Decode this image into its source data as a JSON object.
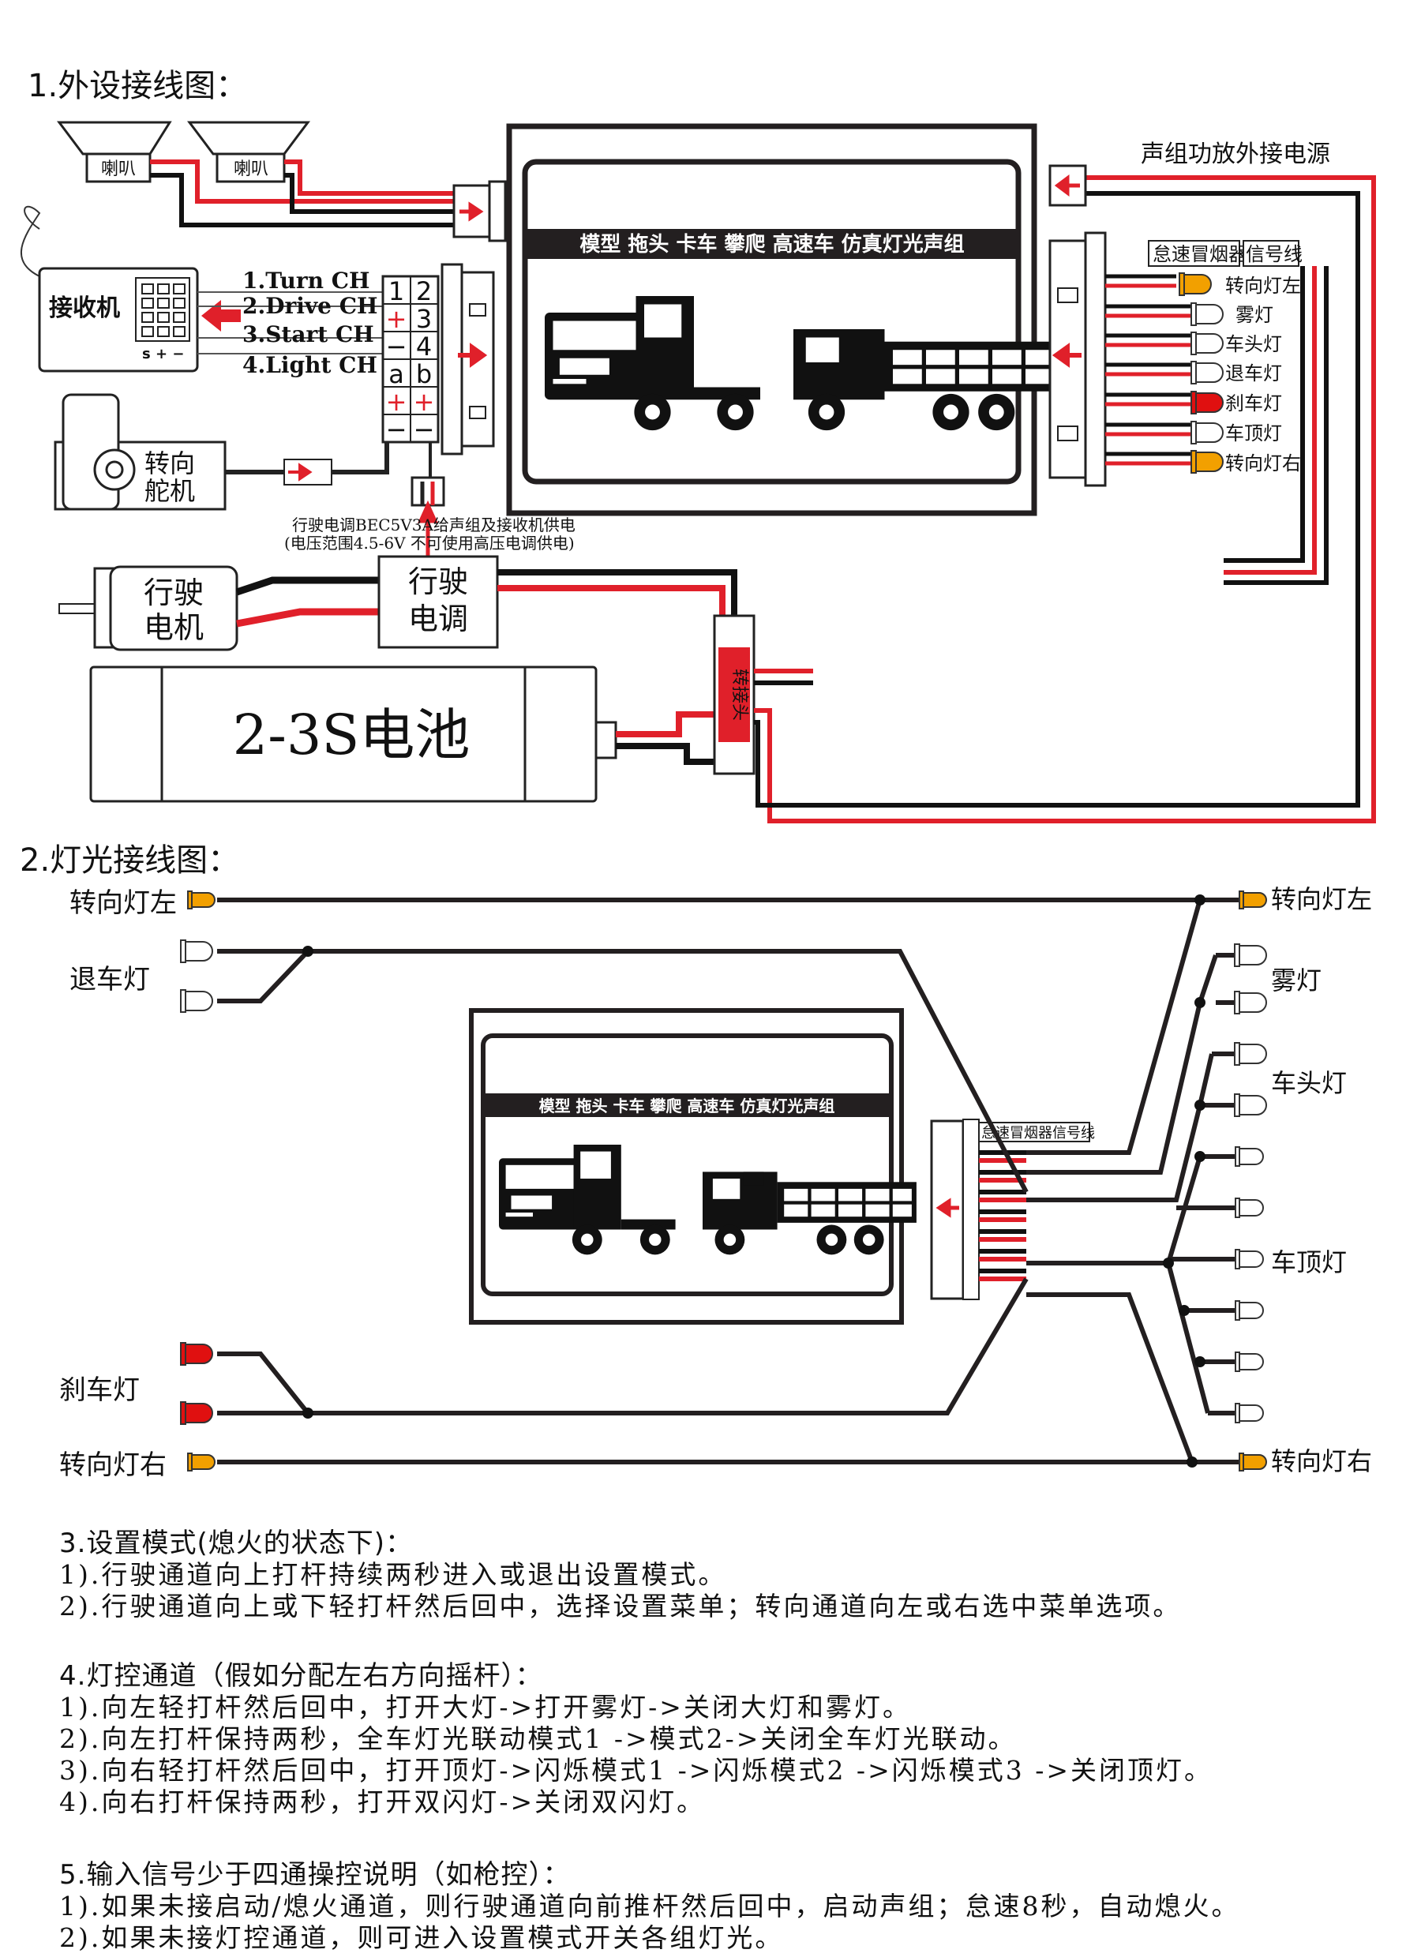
{
  "section1": {
    "title": "1.外设接线图：",
    "speaker_label": "喇叭",
    "receiver_label": "接收机",
    "receiver_pins": "s + −",
    "channels": [
      "1.Turn CH",
      "2.Drive CH",
      "3.Start CH",
      "4.Light CH"
    ],
    "connector_grid": {
      "row1": [
        "1",
        "2"
      ],
      "row2": [
        "+",
        "3"
      ],
      "row3": [
        "−",
        "4"
      ],
      "row4": [
        "a",
        "b"
      ],
      "row5": [
        "+",
        "+"
      ],
      "row6": [
        "−",
        "−"
      ]
    },
    "servo_label_1": "转向",
    "servo_label_2": "舵机",
    "bec_note_1": "行驶电调BEC5V3A给声组及接收机供电",
    "bec_note_2": "(电压范围4.5-6V 不可使用高压电调供电)",
    "motor_label_1": "行驶",
    "motor_label_2": "电机",
    "esc_label_1": "行驶",
    "esc_label_2": "电调",
    "battery_label": "2-3S电池",
    "adapter_label": "转接头",
    "power_label": "声组功放外接电源",
    "module_banner": "模型 拖头 卡车 攀爬 高速车 仿真灯光声组",
    "smoke_label": "怠速冒烟器",
    "signal_label": "信号线",
    "light_outputs": [
      "转向灯左",
      "雾灯",
      "车头灯",
      "退车灯",
      "刹车灯",
      "车顶灯",
      "转向灯右"
    ]
  },
  "section2": {
    "title": "2.灯光接线图：",
    "left_labels": {
      "turn_left": "转向灯左",
      "reverse": "退车灯",
      "brake": "刹车灯",
      "turn_right": "转向灯右"
    },
    "right_labels": {
      "turn_left": "转向灯左",
      "fog": "雾灯",
      "head": "车头灯",
      "roof": "车顶灯",
      "turn_right": "转向灯右"
    },
    "module_banner": "模型 拖头 卡车 攀爬 高速车 仿真灯光声组",
    "smoke_signal": "怠速冒烟器信号线"
  },
  "section3": {
    "title": "3.设置模式(熄火的状态下)：",
    "lines": [
      "1).行驶通道向上打杆持续两秒进入或退出设置模式。",
      "2).行驶通道向上或下轻打杆然后回中，选择设置菜单；转向通道向左或右选中菜单选项。"
    ]
  },
  "section4": {
    "title": "4.灯控通道（假如分配左右方向摇杆）：",
    "lines": [
      "1).向左轻打杆然后回中，打开大灯->打开雾灯->关闭大灯和雾灯。",
      "2).向左打杆保持两秒，全车灯光联动模式1 ->模式2->关闭全车灯光联动。",
      "3).向右轻打杆然后回中，打开顶灯->闪烁模式1 ->闪烁模式2 ->闪烁模式3 ->关闭顶灯。",
      "4).向右打杆保持两秒，打开双闪灯->关闭双闪灯。"
    ]
  },
  "section5": {
    "title": "5.输入信号少于四通操控说明（如枪控）：",
    "lines": [
      "1).如果未接启动/熄火通道，则行驶通道向前推杆然后回中，启动声组；怠速8秒，自动熄火。",
      "2).如果未接灯控通道，则可进入设置模式开关各组灯光。"
    ]
  },
  "colors": {
    "wire_red": "#e0202a",
    "wire_black": "#111111",
    "led_amber": "#f2a000",
    "led_red": "#e01010",
    "frame": "#231f20"
  }
}
